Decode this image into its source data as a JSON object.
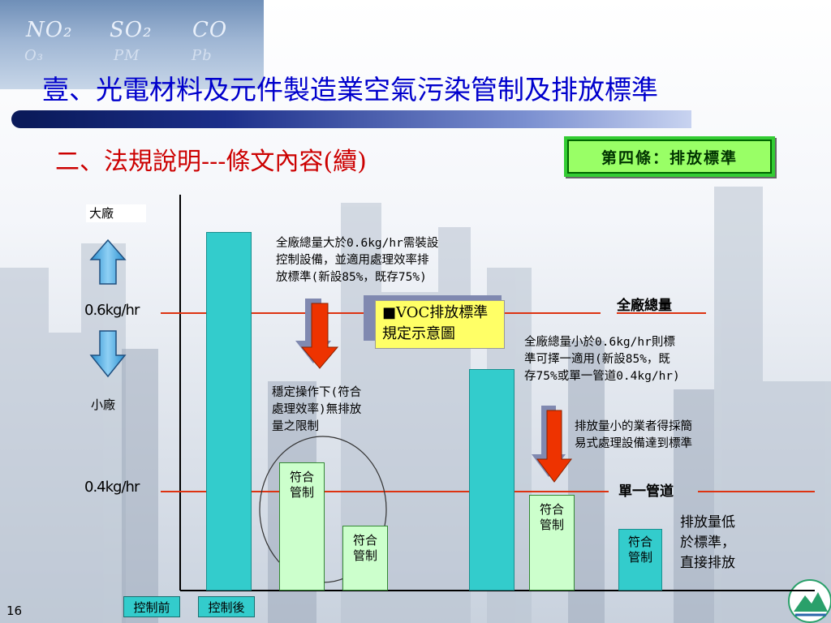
{
  "header": {
    "pollutant_labels": [
      "NO₂",
      "SO₂",
      "CO",
      "O₃",
      "PM",
      "Pb"
    ],
    "title": "壹、光電材料及元件製造業空氣污染管制及排放標準",
    "subtitle": "二、法規說明---條文內容(續)",
    "article_badge": "第四條：排放標準"
  },
  "diagram": {
    "large_plant_label": "大廠",
    "small_plant_label": "小廠",
    "threshold_high": "0.6kg/hr",
    "threshold_low": "0.4kg/hr",
    "line_high_label": "全廠總量",
    "line_low_label": "單一管道",
    "note_top": "全廠總量大於0.6kg/hr需裝設\n控制設備，並適用處理效率排\n放標準(新設85%，既存75%)",
    "note_stable": "穩定操作下(符合\n處理效率)無排放\n量之限制",
    "note_mid_right": "全廠總量小於0.6kg/hr則標\n準可擇一適用(新設85%，既\n存75%或單一管道0.4kg/hr)",
    "note_small": "排放量小的業者得採簡\n易式處理設備達到標準",
    "note_direct": [
      "排放量低",
      "於標準，",
      "直接排放"
    ],
    "voc_box": "■VOC排放標準規定示意圖",
    "comply_label": "符合\n管制",
    "legend_before": "控制前",
    "legend_after": "控制後",
    "colors": {
      "before_bar": "#33cccc",
      "after_bar": "#ccffcc",
      "threshold_line": "#dd3311",
      "arrow_red": "#ee3300",
      "arrow_blue": "#3399cc"
    }
  },
  "footer": {
    "page_number": "16"
  }
}
